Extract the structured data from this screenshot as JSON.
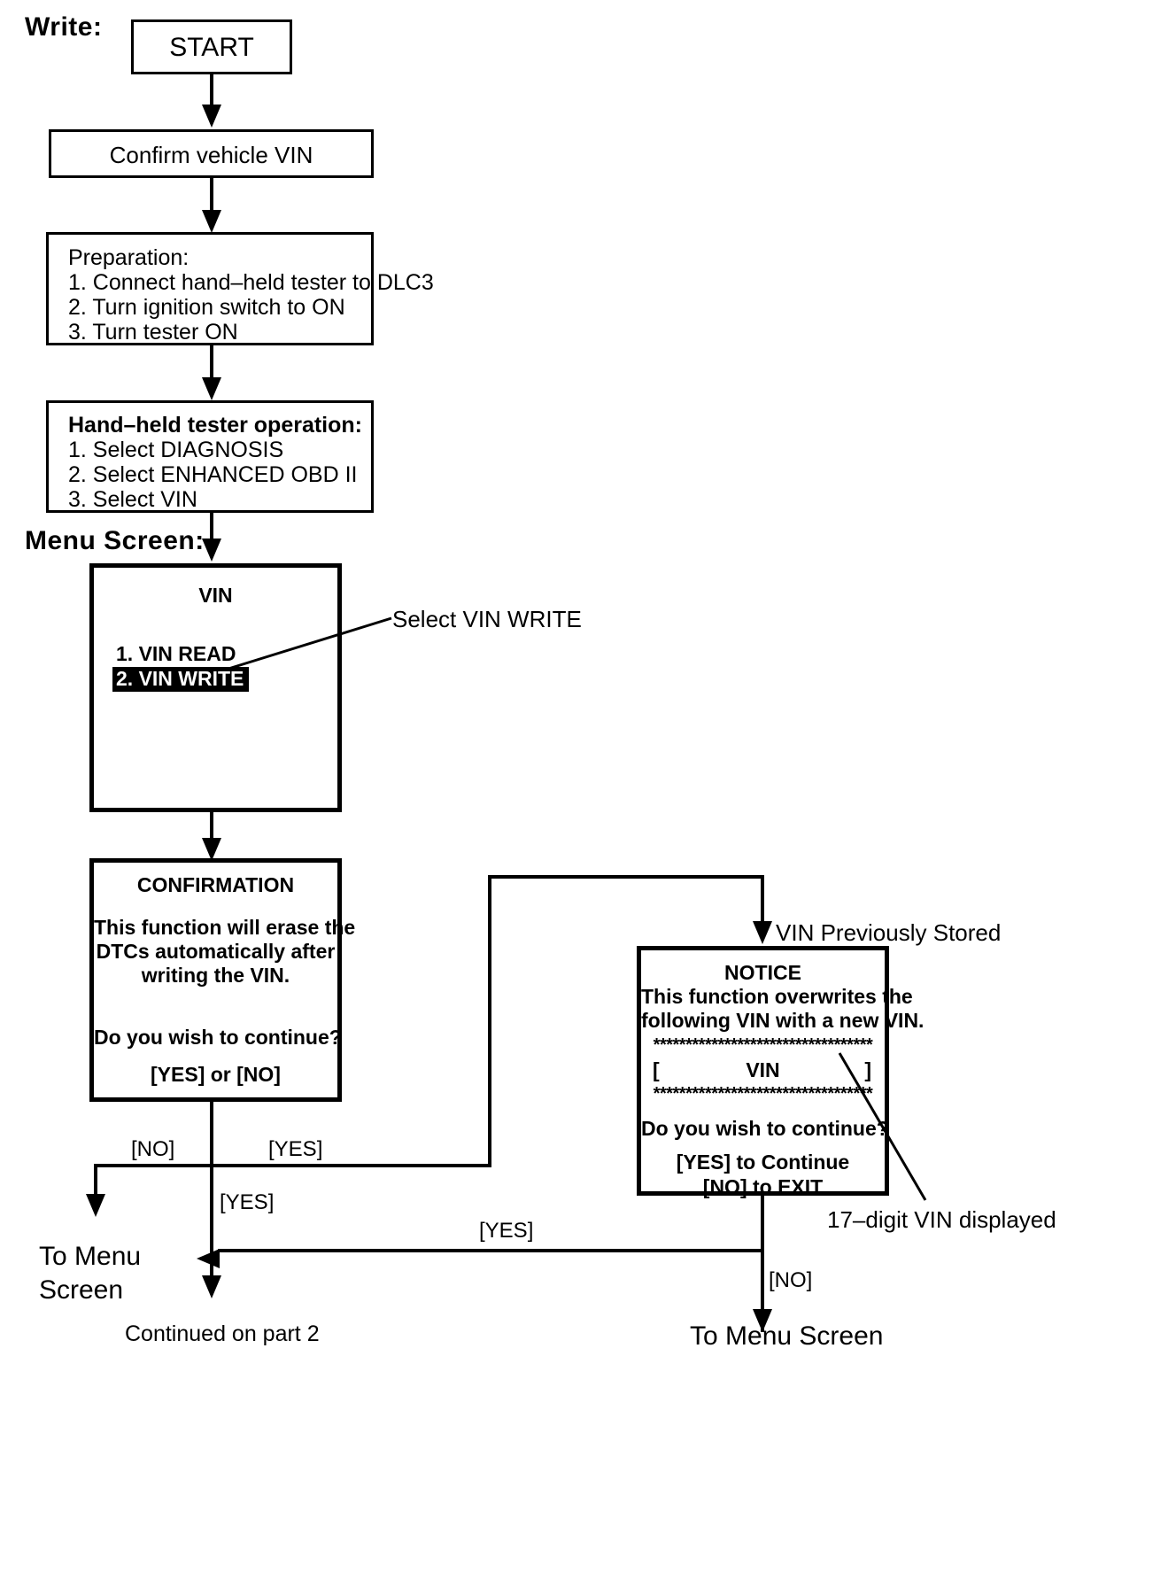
{
  "diagram": {
    "section_label": "Write:",
    "menu_screen_label": "Menu Screen:"
  },
  "nodes": {
    "start": {
      "title": "START"
    },
    "confirm_vin": {
      "text": "Confirm vehicle VIN"
    },
    "preparation": {
      "heading": "Preparation:",
      "steps": [
        "1. Connect hand–held tester to DLC3",
        "2. Turn ignition switch to ON",
        "3. Turn tester ON"
      ]
    },
    "tester_operation": {
      "heading": "Hand–held tester operation:",
      "steps": [
        "1. Select DIAGNOSIS",
        "2. Select ENHANCED OBD II",
        "3. Select VIN"
      ]
    },
    "vin_menu": {
      "title": "VIN",
      "items": [
        {
          "label": "1. VIN READ",
          "selected": false
        },
        {
          "label": "2. VIN WRITE",
          "selected": true
        }
      ]
    },
    "confirmation": {
      "title": "CONFIRMATION",
      "body_lines": [
        "This function will erase the",
        "DTCs automatically after",
        "writing the VIN."
      ],
      "question": "Do you wish to continue?",
      "options": "[YES] or [NO]"
    },
    "notice": {
      "title": "NOTICE",
      "body_lines": [
        "This function overwrites the",
        "following VIN with a new VIN."
      ],
      "divider": "**********************************",
      "vin_field_left": "[",
      "vin_field_center": "VIN",
      "vin_field_right": "]",
      "question": "Do you wish to continue?",
      "option_yes": "[YES] to Continue",
      "option_no": "[NO] to EXIT"
    }
  },
  "annotations": {
    "select_vin_write": "Select VIN WRITE",
    "vin_previously_stored": "VIN Previously Stored",
    "vin_digits": "17–digit VIN displayed"
  },
  "edges": {
    "no_from_confirmation": "[NO]",
    "yes_from_confirmation": "[YES]",
    "yes_down": "[YES]",
    "yes_return": "[YES]",
    "no_from_notice": "[NO]"
  },
  "terminals": {
    "to_menu_screen_left": "To Menu\nScreen",
    "continued": "Continued on part 2",
    "to_menu_screen_right": "To Menu Screen"
  }
}
